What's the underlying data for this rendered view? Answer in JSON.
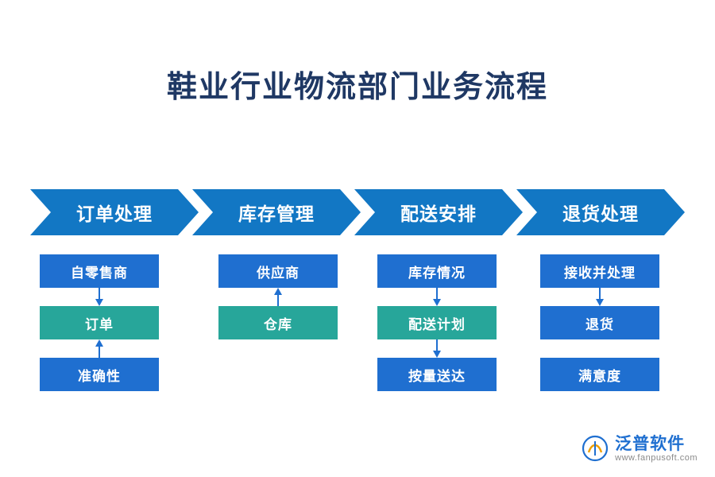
{
  "title": "鞋业行业物流部门业务流程",
  "colors": {
    "title": "#1f3864",
    "chevron": "#1277c4",
    "node_blue": "#1f6fd0",
    "node_teal": "#27a69a",
    "logo_blue": "#1f6fd0"
  },
  "stages": [
    {
      "label": "订单处理"
    },
    {
      "label": "库存管理"
    },
    {
      "label": "配送安排"
    },
    {
      "label": "退货处理"
    }
  ],
  "columns": [
    {
      "stage": "订单处理",
      "nodes": [
        {
          "label": "自零售商",
          "color": "blue"
        },
        {
          "label": "订单",
          "color": "teal"
        },
        {
          "label": "准确性",
          "color": "blue"
        }
      ],
      "connectors": [
        "arrow-down",
        "arrow-up"
      ]
    },
    {
      "stage": "库存管理",
      "nodes": [
        {
          "label": "供应商",
          "color": "blue"
        },
        {
          "label": "仓库",
          "color": "teal"
        }
      ],
      "connectors": [
        "arrow-up"
      ]
    },
    {
      "stage": "配送安排",
      "nodes": [
        {
          "label": "库存情况",
          "color": "blue"
        },
        {
          "label": "配送计划",
          "color": "teal"
        },
        {
          "label": "按量送达",
          "color": "blue"
        }
      ],
      "connectors": [
        "arrow-down",
        "arrow-down"
      ]
    },
    {
      "stage": "退货处理",
      "nodes": [
        {
          "label": "接收并处理",
          "color": "blue"
        },
        {
          "label": "退货",
          "color": "blue"
        },
        {
          "label": "满意度",
          "color": "blue"
        }
      ],
      "connectors": [
        "arrow-down",
        "none"
      ]
    }
  ],
  "logo": {
    "name": "泛普软件",
    "url": "www.fanpusoft.com"
  }
}
